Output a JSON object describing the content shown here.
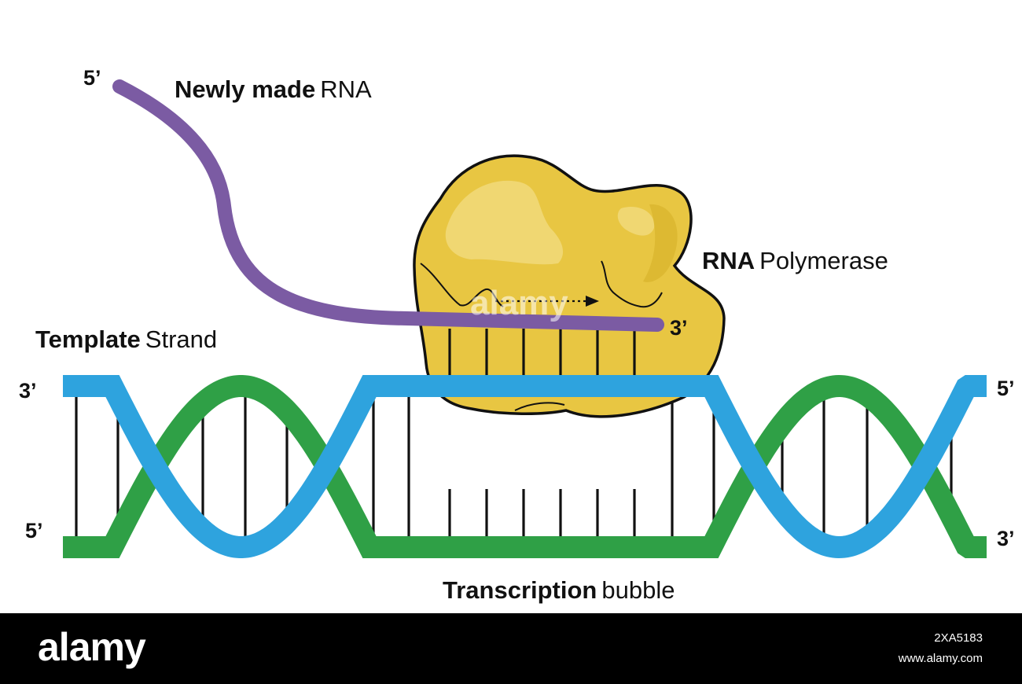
{
  "labels": {
    "newly_made_bold": "Newly made",
    "newly_made_regular": "RNA",
    "polymerase_bold": "RNA",
    "polymerase_regular": "Polymerase",
    "template_bold": "Template",
    "template_regular": "Strand",
    "bubble_bold": "Transcription",
    "bubble_regular": "bubble"
  },
  "ends": {
    "rna_5prime": "5’",
    "rna_3prime": "3’",
    "blue_left": "3’",
    "green_left": "5’",
    "blue_right": "5’",
    "green_right": "3’"
  },
  "colors": {
    "rna_strand": "#7B5BA3",
    "template_strand": "#2EA3DE",
    "coding_strand": "#2FA046",
    "polymerase_fill": "#E8C642",
    "polymerase_light": "#F1D97A",
    "polymerase_dark": "#D9B52E",
    "outline": "#111111"
  },
  "watermark": {
    "text": "alamy"
  },
  "footer": {
    "logo": "alamy",
    "image_id": "2XA5183",
    "url": "www.alamy.com"
  }
}
